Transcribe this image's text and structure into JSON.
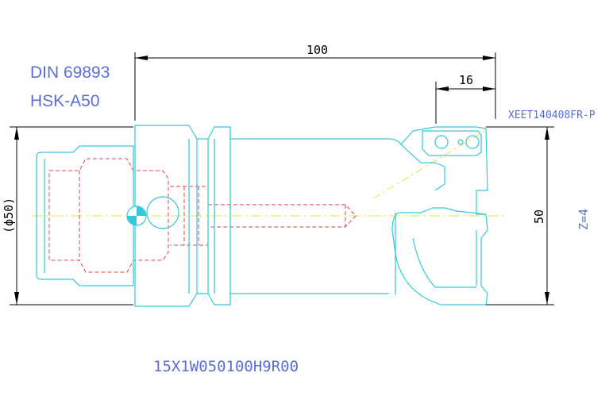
{
  "labels": {
    "standard": "DIN 69893",
    "interface": "HSK-A50",
    "insert": "XEET140408FR-P",
    "overall_length": "100",
    "head_length": "16",
    "diameter": "50",
    "shank_diameter": "(ϕ50)",
    "teeth": "Z=4",
    "part_number": "15X1W050100H9R00"
  },
  "colors": {
    "body": "#33c9d8",
    "dimension": "#000000",
    "hidden": "#e0434a",
    "center": "#e8e34a",
    "text_blue": "#5a6fd6"
  }
}
